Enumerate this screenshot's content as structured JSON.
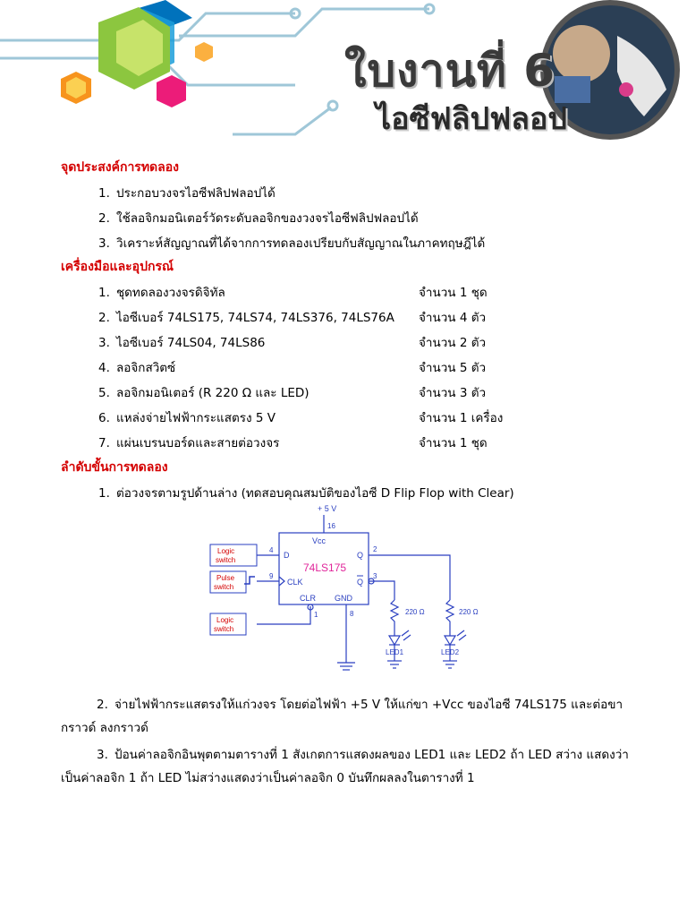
{
  "header": {
    "title": "ใบงานที่ 6",
    "subtitle": "ไอซีฟลิปฟลอป"
  },
  "objective": {
    "heading": "จุดประสงค์การทดลอง",
    "items": [
      {
        "num": "1.",
        "text": "ประกอบวงจรไอซีฟลิปฟลอปได้"
      },
      {
        "num": "2.",
        "text": "ใช้ลอจิกมอนิเตอร์วัดระดับลอจิกของวงจรไอซีฟลิปฟลอปได้"
      },
      {
        "num": "3.",
        "text": "วิเคราะห์สัญญาณที่ได้จากการทดลองเปรียบกับสัญญาณในภาคทฤษฎีได้"
      }
    ]
  },
  "equipment": {
    "heading": "เครื่องมือและอุปกรณ์",
    "items": [
      {
        "num": "1.",
        "text": "ชุดทดลองวงจรดิจิทัล",
        "qty": "จำนวน 1 ชุด"
      },
      {
        "num": "2.",
        "text": "ไอซีเบอร์ 74LS175, 74LS74, 74LS376, 74LS76A",
        "qty": "จำนวน 4 ตัว"
      },
      {
        "num": "3.",
        "text": "ไอซีเบอร์ 74LS04, 74LS86",
        "qty": "จำนวน 2 ตัว"
      },
      {
        "num": "4.",
        "text": "ลอจิกสวิตซ์",
        "qty": "จำนวน 5 ตัว"
      },
      {
        "num": "5.",
        "text": "ลอจิกมอนิเตอร์ (R 220 Ω และ LED)",
        "qty": "จำนวน 3 ตัว"
      },
      {
        "num": "6.",
        "text": "แหล่งจ่ายไฟฟ้ากระแสตรง 5 V",
        "qty": "จำนวน 1 เครื่อง"
      },
      {
        "num": "7.",
        "text": "แผ่นเบรนบอร์ดและสายต่อวงจร",
        "qty": "จำนวน 1 ชุด"
      }
    ]
  },
  "procedure": {
    "heading": "ลำดับขั้นการทดลอง",
    "step1": {
      "num": "1.",
      "text": "ต่อวงจรตามรูปด้านล่าง (ทดสอบคุณสมบัติของไอซี D Flip Flop with Clear)"
    },
    "step2": {
      "num": "2.",
      "text": "จ่ายไฟฟ้ากระแสตรงให้แก่วงจร โดยต่อไฟฟ้า +5 V ให้แก่ขา +Vcc ของไอซี 74LS175 และต่อขากราวด์ ลงกราวด์"
    },
    "step3": {
      "num": "3.",
      "text": "ป้อนค่าลอจิกอินพุตตามตารางที่ 1 สังเกตการแสดงผลของ LED1 และ LED2 ถ้า LED สว่าง แสดงว่าเป็นค่าลอจิก 1 ถ้า LED ไม่สว่างแสดงว่าเป็นค่าลอจิก 0 บันทึกผลลงในตารางที่ 1"
    }
  },
  "circuit": {
    "vcc_label": "+ 5 V",
    "chip": "74LS175",
    "pin_vcc": "Vcc",
    "pin_d": "D",
    "pin_clk": "CLK",
    "pin_clr": "CLR",
    "pin_gnd": "GND",
    "pin_q": "Q",
    "pin_qbar": "Q",
    "pin_numbers": {
      "vcc": "16",
      "d": "4",
      "clk": "9",
      "clr": "1",
      "gnd": "8",
      "q": "2",
      "qbar": "3"
    },
    "logic_switch_1": [
      "Logic",
      "switch"
    ],
    "pulse_switch": [
      "Pulse",
      "switch"
    ],
    "logic_switch_2": [
      "Logic",
      "switch"
    ],
    "resistor_1": "220 Ω",
    "resistor_2": "220 Ω",
    "led_1": "LED1",
    "led_2": "LED2"
  }
}
